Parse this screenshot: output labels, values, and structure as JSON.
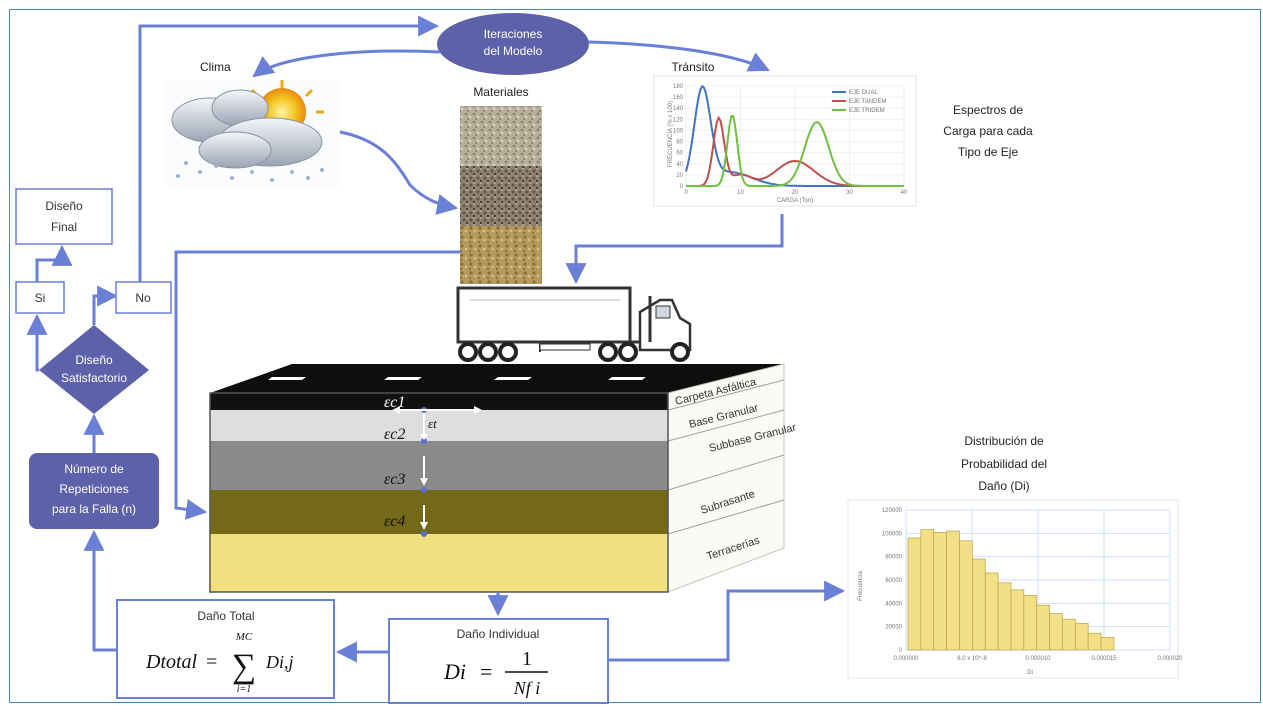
{
  "title_nodes": {
    "iterations": [
      "Iteraciones",
      "del Modelo"
    ],
    "clima": "Clima",
    "materiales": "Materiales",
    "transito": "Tránsito",
    "espectros": [
      "Espectros de",
      "Carga para cada",
      "Tipo de Eje"
    ],
    "distribucion": [
      "Distribución de",
      "Probabilidad del",
      "Daño (Di)"
    ]
  },
  "flow_boxes": {
    "diseno_final": [
      "Diseño",
      "Final"
    ],
    "si": "Si",
    "no": "No",
    "diseno_satisfactorio": [
      "Diseño",
      "Satisfactorio"
    ],
    "numero_repeticiones": [
      "Número de",
      "Repeticiones",
      "para la Falla (n)"
    ],
    "dano_total": "Daño Total",
    "dano_individual": "Daño Individual"
  },
  "formulas": {
    "dtotal_lhs": "Dtotal",
    "dtotal_eq": "=",
    "dtotal_upper": "MC",
    "dtotal_lower": "i=1",
    "dtotal_term": "Di,j",
    "di_lhs": "Di",
    "di_eq": "=",
    "di_num": "1",
    "di_den": "Nf i"
  },
  "layers": [
    {
      "name": "Carpeta Asfáltica",
      "color": "#111111"
    },
    {
      "name": "Base Granular",
      "color": "#dedede"
    },
    {
      "name": "Subbase Granular",
      "color": "#8a8a8a"
    },
    {
      "name": "Subrasante",
      "color": "#746918"
    },
    {
      "name": "Terracerías",
      "color": "#f0e080"
    }
  ],
  "strain_labels": [
    "εc1",
    "εt",
    "εc2",
    "εc3",
    "εc4"
  ],
  "transit_chart": {
    "legend": [
      "EJE DUAL",
      "EJE TANDEM",
      "EJE TRIDEM"
    ],
    "colors": [
      "#4472c4",
      "#c0504d",
      "#70c040"
    ],
    "x_ticks": [
      "0",
      "10",
      "20",
      "30",
      "40"
    ],
    "y_ticks": [
      "180",
      "160",
      "140",
      "120",
      "100",
      "80",
      "60",
      "40",
      "20",
      "0"
    ],
    "xlabel": "CARGA (Ton)",
    "ylabel": "FRECUENCIA (% x 100)"
  },
  "damage_histogram": {
    "values": [
      0.8,
      0.86,
      0.84,
      0.85,
      0.78,
      0.65,
      0.55,
      0.48,
      0.43,
      0.39,
      0.32,
      0.26,
      0.22,
      0.19,
      0.12,
      0.09
    ],
    "bar_color": "#f3df86",
    "y_ticks": [
      "120000",
      "100000",
      "80000",
      "60000",
      "40000",
      "20000",
      "0"
    ],
    "x_ticks": [
      "0.000000",
      "8.0 x 10^-8",
      "0.000010",
      "0.000015",
      "0.000020"
    ],
    "xlabel": "Di",
    "ylabel": "Frecuencia"
  },
  "colors": {
    "arrow": "#6a7fd6",
    "purple_fill": "#5d61a9",
    "box_border": "#6a7fd6",
    "frame": "#3d8ab3"
  }
}
